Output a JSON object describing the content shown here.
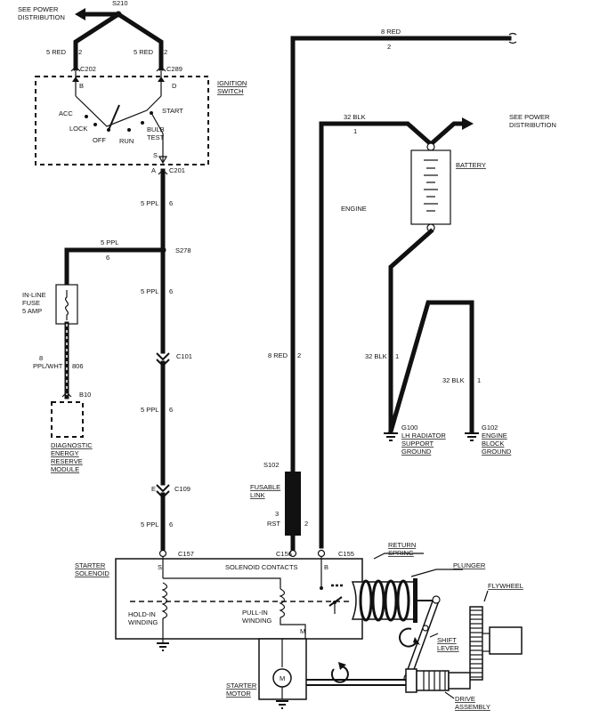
{
  "labels": {
    "see_power_distribution": "SEE POWER",
    "see_power_distribution_2": "DISTRIBUTION",
    "s210": "S210",
    "c202": "C202",
    "c289": "C289",
    "ignition_switch_1": "IGNITION",
    "ignition_switch_2": "SWITCH",
    "sw_b": "B",
    "sw_d": "D",
    "sw_acc": "ACC",
    "sw_lock": "LOCK",
    "sw_off": "OFF",
    "sw_run": "RUN",
    "sw_start": "START",
    "sw_bulb": "BULB",
    "sw_test": "TEST",
    "sw_s": "S",
    "sw_a": "A",
    "c201": "C201",
    "s278": "S278",
    "inline_fuse_1": "IN-LINE",
    "inline_fuse_2": "FUSE",
    "inline_fuse_3": "5 AMP",
    "b10": "B10",
    "derm_1": "DIAGNOSTIC",
    "derm_2": "ENERGY",
    "derm_3": "RESERVE",
    "derm_4": "MODULE",
    "c101": "C101",
    "c109": "C109",
    "c109_e": "E",
    "c157": "C157",
    "c156": "C156",
    "c155": "C155",
    "s102": "S102",
    "fusable_link_1": "FUSABLE",
    "fusable_link_2": "LINK",
    "battery": "BATTERY",
    "engine": "ENGINE",
    "see_power_distribution_r": "SEE POWER",
    "see_power_distribution_r2": "DISTRIBUTION",
    "g100_1": "G100",
    "g100_2": "LH RADIATOR",
    "g100_3": "SUPPORT",
    "g100_4": "GROUND",
    "g102_1": "G102",
    "g102_2": "ENGINE",
    "g102_3": "BLOCK",
    "g102_4": "GROUND",
    "starter_solenoid_1": "STARTER",
    "starter_solenoid_2": "SOLENOID",
    "solenoid_contacts": "SOLENOID CONTACTS",
    "sol_s": "S",
    "sol_b": "B",
    "sol_m": "M",
    "hold_in_1": "HOLD-IN",
    "hold_in_2": "WINDING",
    "pull_in_1": "PULL-IN",
    "pull_in_2": "WINDING",
    "return_spring_1": "RETURN",
    "return_spring_2": "SPRING",
    "plunger": "PLUNGER",
    "flywheel": "FLYWHEEL",
    "shift_lever_1": "SHIFT",
    "shift_lever_2": "LEVER",
    "drive_assembly_1": "DRIVE",
    "drive_assembly_2": "ASSEMBLY",
    "starter_motor_1": "STARTER",
    "starter_motor_2": "MOTOR",
    "motor_m": "M"
  },
  "wires": {
    "w_5red_left": "5 RED",
    "w_2_left": "2",
    "w_5red_right": "5 RED",
    "w_2_right": "2",
    "w_8red_top": "8 RED",
    "w_2_top": "2",
    "w_5ppl_a": "5 PPL",
    "w_6_a": "6",
    "w_5ppl_branch": "5 PPL",
    "w_6_branch": "6",
    "w_5ppl_b": "5 PPL",
    "w_6_b": "6",
    "w_8_ppl": "8",
    "w_pplwht": "PPL/WHT",
    "w_806": "806",
    "w_5ppl_c": "5 PPL",
    "w_6_c": "6",
    "w_5ppl_d": "5 PPL",
    "w_6_d": "6",
    "w_32blk_top": "32 BLK",
    "w_1_top": "1",
    "w_8red_mid": "8 RED",
    "w_2_mid": "2",
    "w_32blk_g100": "32 BLK",
    "w_1_g100": "1",
    "w_32blk_g102": "32 BLK",
    "w_1_g102": "1",
    "w_3": "3",
    "w_rst": "RST",
    "w_2_fl": "2"
  }
}
